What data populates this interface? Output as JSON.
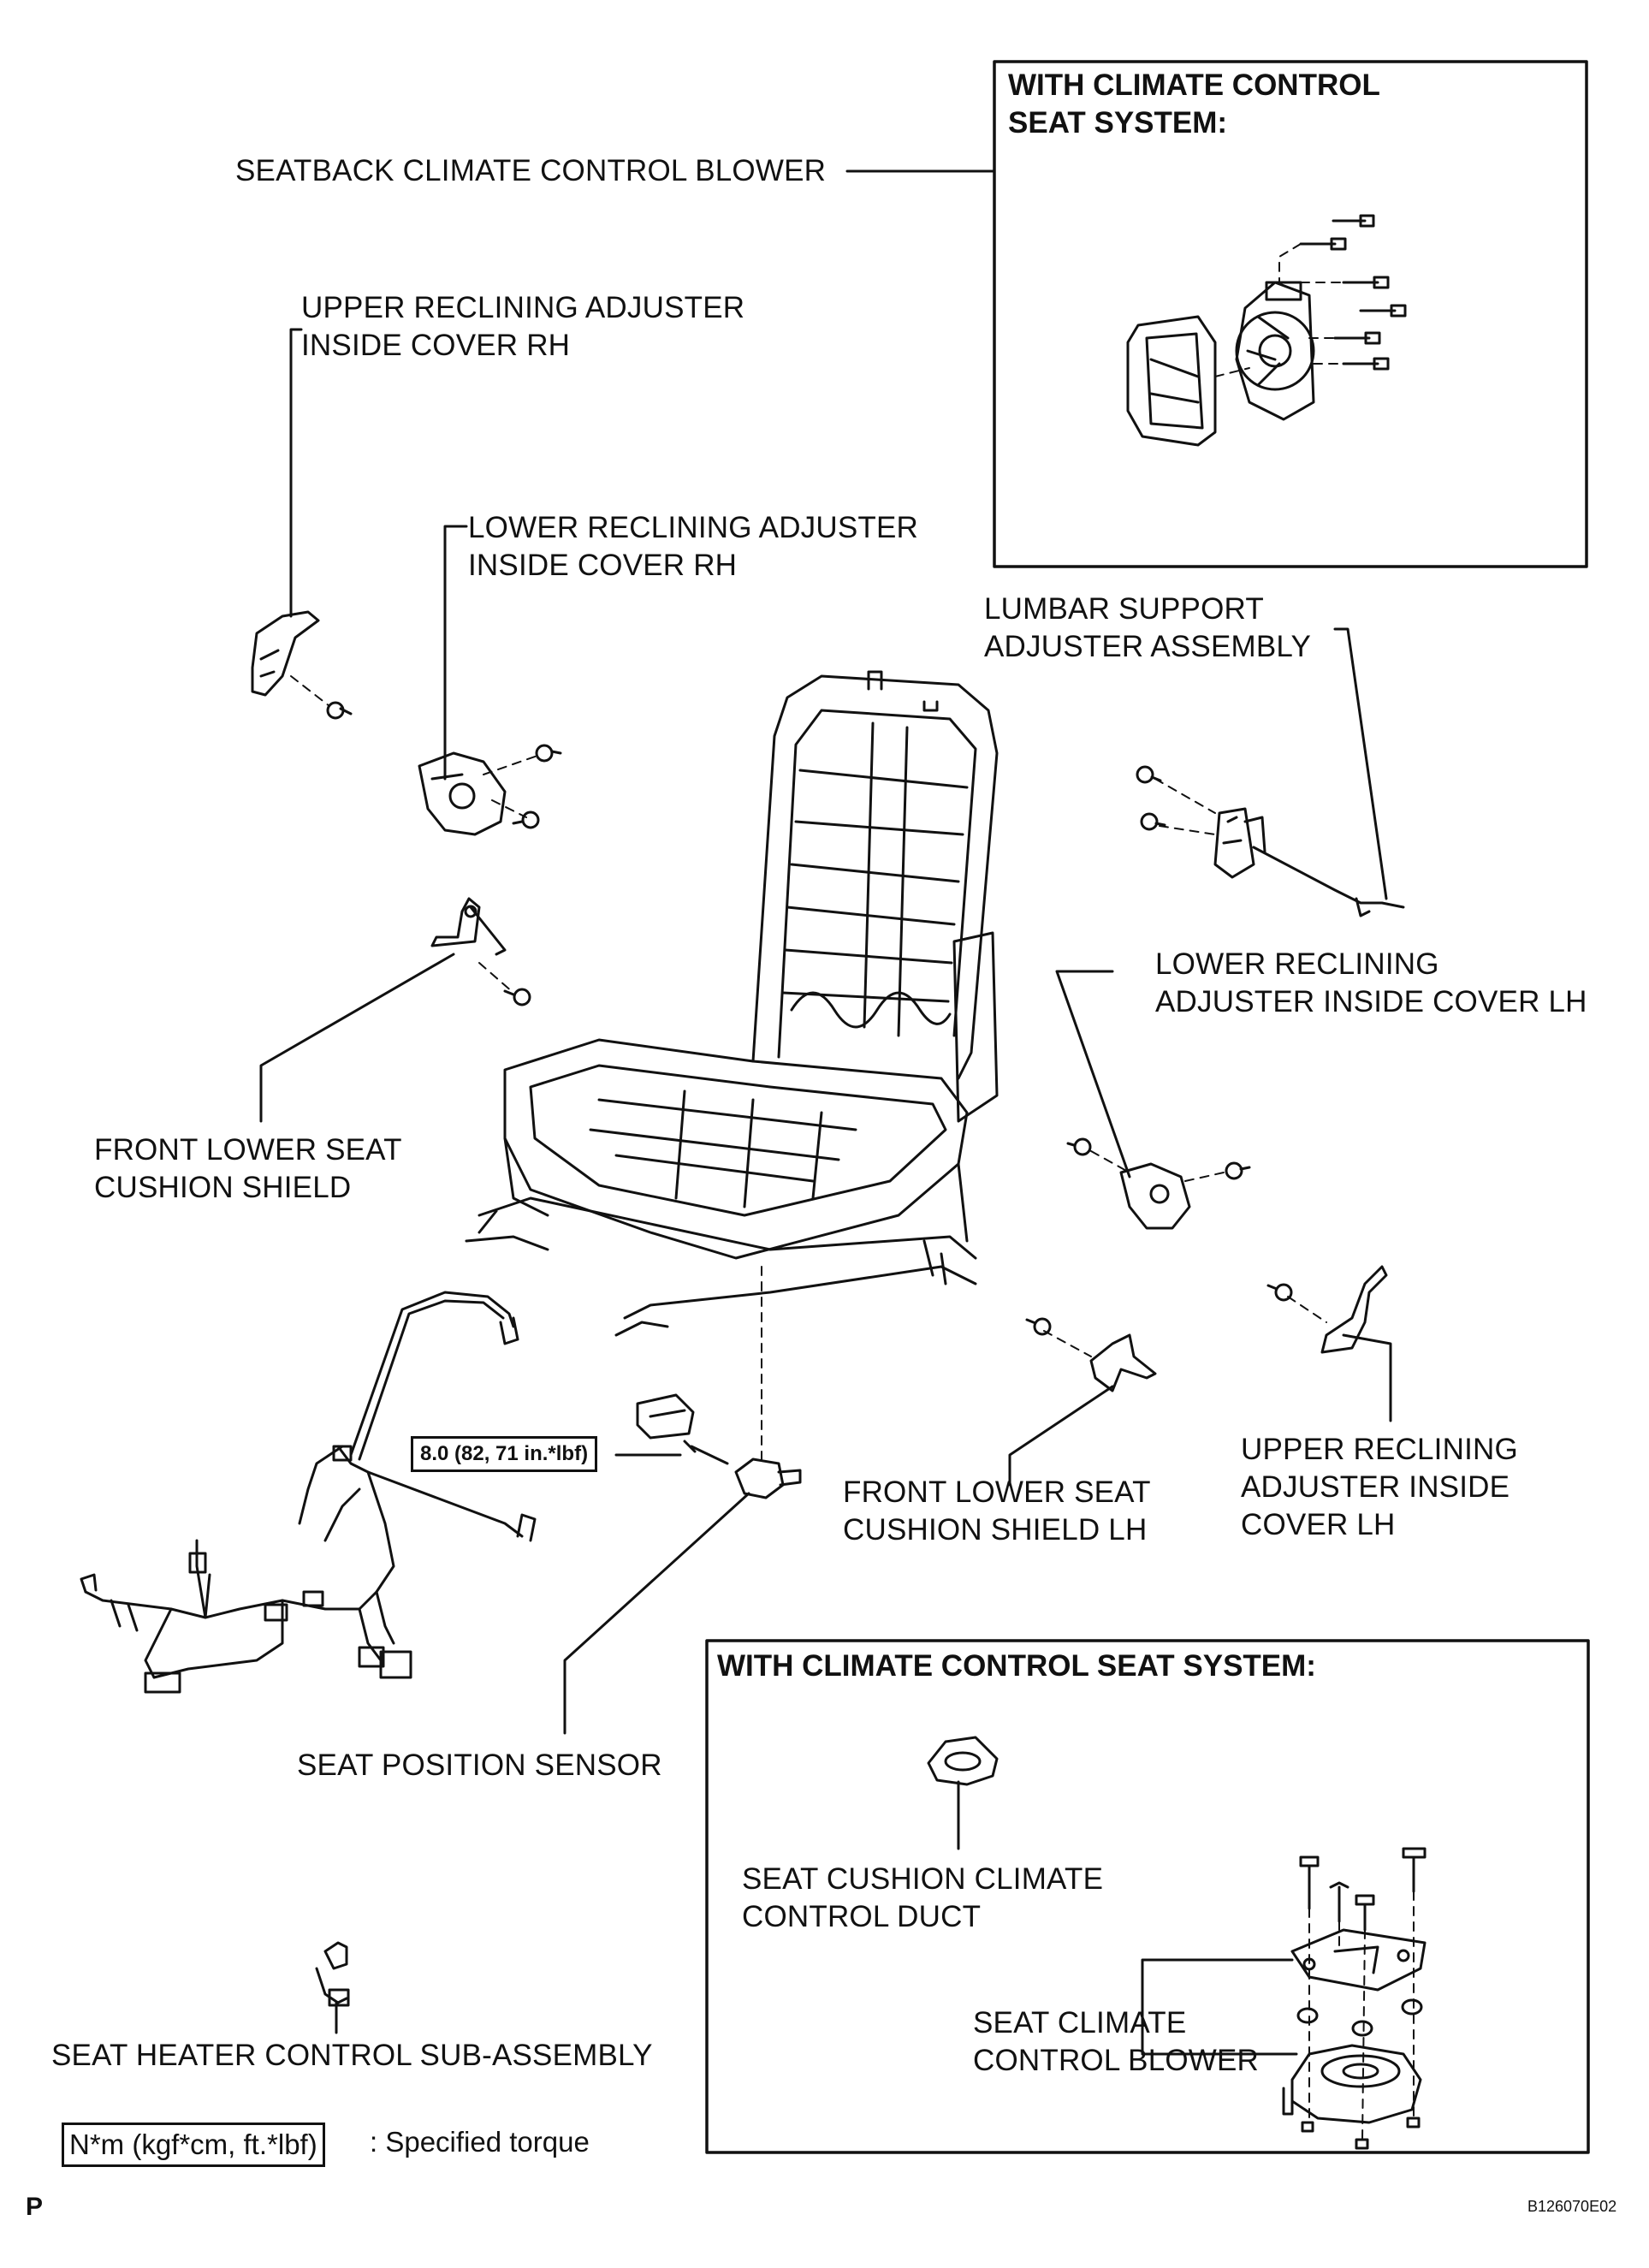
{
  "boxes": {
    "top_title": [
      "WITH CLIMATE CONTROL",
      "SEAT SYSTEM:"
    ],
    "bottom_title": "WITH CLIMATE CONTROL SEAT SYSTEM:"
  },
  "labels": {
    "seatback_blower": "SEATBACK CLIMATE CONTROL BLOWER",
    "upper_rh": [
      "UPPER RECLINING ADJUSTER",
      "INSIDE COVER RH"
    ],
    "lower_rh": [
      "LOWER RECLINING ADJUSTER",
      "INSIDE COVER RH"
    ],
    "lumbar": [
      "LUMBAR SUPPORT",
      "ADJUSTER ASSEMBLY"
    ],
    "lower_lh": [
      "LOWER RECLINING",
      "ADJUSTER INSIDE COVER LH"
    ],
    "front_lower_shield": [
      "FRONT LOWER SEAT",
      "CUSHION SHIELD"
    ],
    "front_lower_shield_lh": [
      "FRONT LOWER SEAT",
      "CUSHION SHIELD LH"
    ],
    "upper_lh": [
      "UPPER RECLINING",
      "ADJUSTER INSIDE",
      "COVER LH"
    ],
    "seat_position_sensor": "SEAT POSITION SENSOR",
    "seat_heater_control": "SEAT HEATER CONTROL SUB-ASSEMBLY",
    "cushion_duct": [
      "SEAT CUSHION CLIMATE",
      "CONTROL DUCT"
    ],
    "seat_blower": [
      "SEAT CLIMATE",
      "CONTROL BLOWER"
    ]
  },
  "torque_value": "8.0 (82, 71 in.*lbf)",
  "legend": {
    "box": "N*m (kgf*cm, ft.*lbf)",
    "text": ": Specified torque"
  },
  "corner_letter": "P",
  "figure_id": "B126070E02"
}
